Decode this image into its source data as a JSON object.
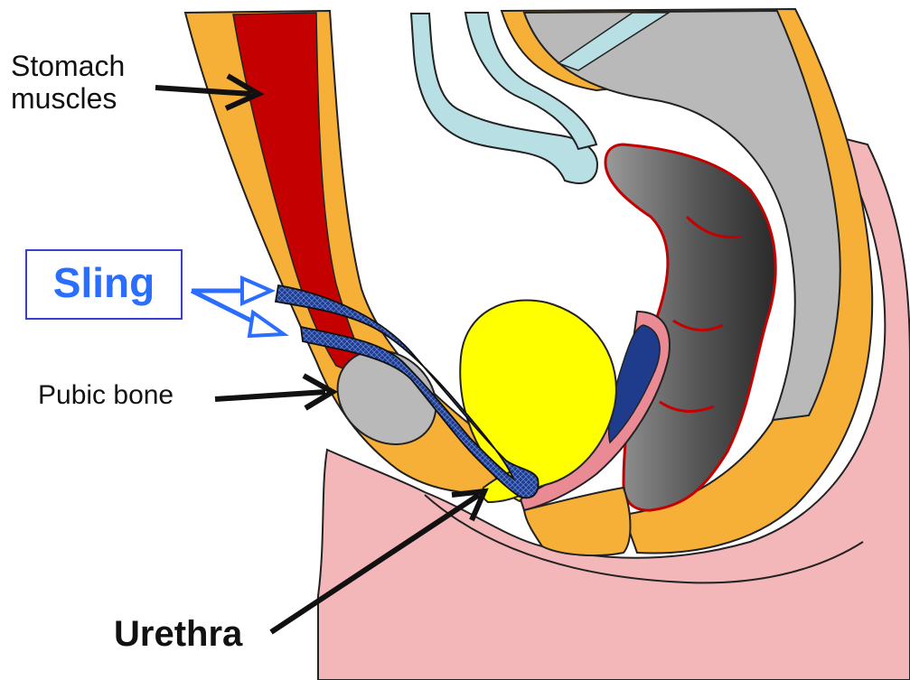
{
  "labels": {
    "stomach_line1": "Stomach",
    "stomach_line2": "muscles",
    "sling": "Sling",
    "pubic_bone": "Pubic bone",
    "urethra": "Urethra"
  },
  "colors": {
    "tissue_orange": "#f7b037",
    "muscle_red": "#c40000",
    "skin_pink": "#f4b7b9",
    "bone_gray": "#b9b9b9",
    "bladder_yellow": "#ffff00",
    "sling_blue": "#1f3c8c",
    "intestine_blue": "#b8e0e4",
    "rectum_dark": "#4a4a4a",
    "arrow_blue": "#2a6dff",
    "sling_text_blue": "#2a6dff"
  }
}
